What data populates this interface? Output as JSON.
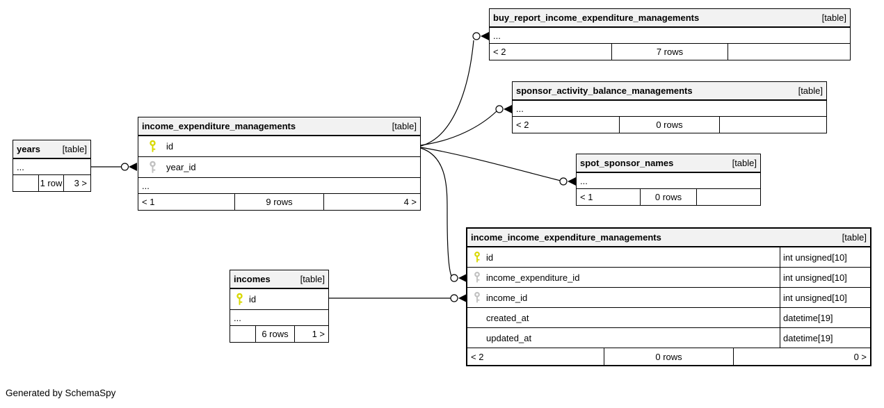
{
  "footer_note": "Generated by SchemaSpy",
  "colors": {
    "header_bg": "#f2f2f2",
    "pk_key": "#d8d800",
    "fk_key": "#c0c0c0",
    "border": "#000000",
    "background": "#ffffff"
  },
  "tables": {
    "years": {
      "name": "years",
      "tag": "[table]",
      "more": "...",
      "footer": {
        "left": "",
        "center": "1 row",
        "right": "3 >"
      }
    },
    "income_expenditure_managements": {
      "name": "income_expenditure_managements",
      "tag": "[table]",
      "more": "...",
      "columns": [
        {
          "name": "id",
          "key": "pk"
        },
        {
          "name": "year_id",
          "key": "fk"
        }
      ],
      "footer": {
        "left": "< 1",
        "center": "9 rows",
        "right": "4 >"
      }
    },
    "buy_report_income_expenditure_managements": {
      "name": "buy_report_income_expenditure_managements",
      "tag": "[table]",
      "more": "...",
      "footer": {
        "left": "< 2",
        "center": "7 rows",
        "right": ""
      }
    },
    "sponsor_activity_balance_managements": {
      "name": "sponsor_activity_balance_managements",
      "tag": "[table]",
      "more": "...",
      "footer": {
        "left": "< 2",
        "center": "0 rows",
        "right": ""
      }
    },
    "spot_sponsor_names": {
      "name": "spot_sponsor_names",
      "tag": "[table]",
      "more": "...",
      "footer": {
        "left": "< 1",
        "center": "0 rows",
        "right": ""
      }
    },
    "incomes": {
      "name": "incomes",
      "tag": "[table]",
      "more": "...",
      "columns": [
        {
          "name": "id",
          "key": "pk"
        }
      ],
      "footer": {
        "left": "",
        "center": "6 rows",
        "right": "1 >"
      }
    },
    "income_income_expenditure_managements": {
      "name": "income_income_expenditure_managements",
      "tag": "[table]",
      "columns": [
        {
          "name": "id",
          "key": "pk",
          "type": "int unsigned[10]"
        },
        {
          "name": "income_expenditure_id",
          "key": "fk",
          "type": "int unsigned[10]"
        },
        {
          "name": "income_id",
          "key": "fk",
          "type": "int unsigned[10]"
        },
        {
          "name": "created_at",
          "key": "",
          "type": "datetime[19]"
        },
        {
          "name": "updated_at",
          "key": "",
          "type": "datetime[19]"
        }
      ],
      "footer": {
        "left": "< 2",
        "center": "0 rows",
        "right": "0 >"
      }
    }
  },
  "relationships": [
    {
      "from": "years",
      "to": "income_expenditure_managements.year_id"
    },
    {
      "from": "income_expenditure_managements.id",
      "to": "buy_report_income_expenditure_managements"
    },
    {
      "from": "income_expenditure_managements.id",
      "to": "sponsor_activity_balance_managements"
    },
    {
      "from": "income_expenditure_managements.id",
      "to": "spot_sponsor_names"
    },
    {
      "from": "income_expenditure_managements.id",
      "to": "income_income_expenditure_managements.income_expenditure_id"
    },
    {
      "from": "incomes.id",
      "to": "income_income_expenditure_managements.income_id"
    }
  ]
}
